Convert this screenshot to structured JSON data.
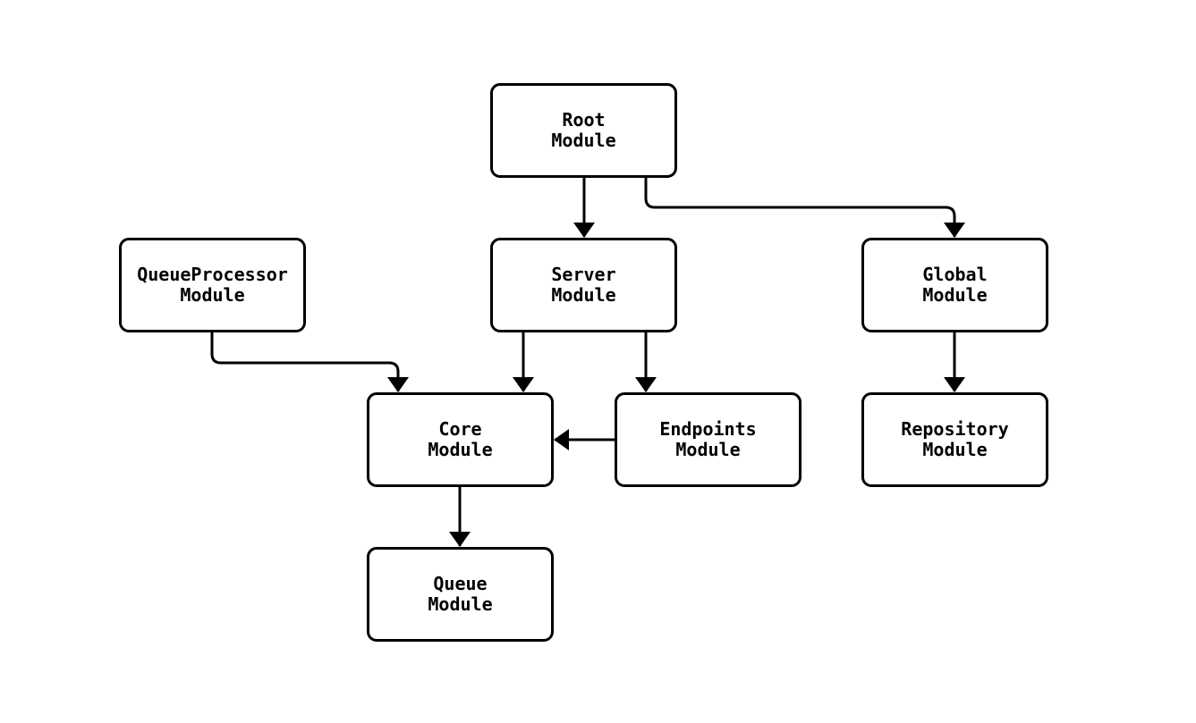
{
  "diagram": {
    "background_color": "#ffffff",
    "stroke_color": "#000000",
    "node_fill_color": "#ffffff",
    "text_color": "#000000",
    "nodes": [
      {
        "id": "root",
        "label": "Root\nModule"
      },
      {
        "id": "queueprocessor",
        "label": "QueueProcessor\nModule"
      },
      {
        "id": "server",
        "label": "Server\nModule"
      },
      {
        "id": "global",
        "label": "Global\nModule"
      },
      {
        "id": "core",
        "label": "Core\nModule"
      },
      {
        "id": "endpoints",
        "label": "Endpoints\nModule"
      },
      {
        "id": "repository",
        "label": "Repository\nModule"
      },
      {
        "id": "queue",
        "label": "Queue\nModule"
      }
    ],
    "edges": [
      {
        "from": "root",
        "to": "server"
      },
      {
        "from": "root",
        "to": "global"
      },
      {
        "from": "queueprocessor",
        "to": "core"
      },
      {
        "from": "server",
        "to": "core"
      },
      {
        "from": "server",
        "to": "endpoints"
      },
      {
        "from": "endpoints",
        "to": "core"
      },
      {
        "from": "global",
        "to": "repository"
      },
      {
        "from": "core",
        "to": "queue"
      }
    ]
  }
}
